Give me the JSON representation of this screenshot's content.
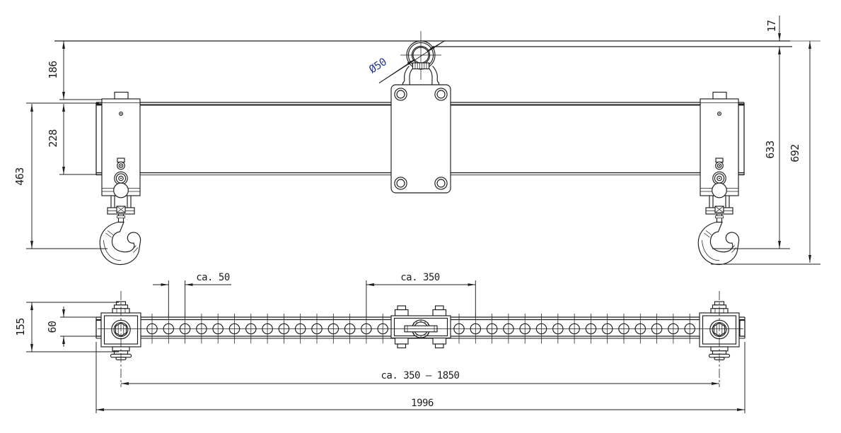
{
  "front": {
    "d186": "186",
    "d228": "228",
    "d463": "463",
    "d17": "17",
    "d633": "633",
    "d692": "692",
    "dia": "Ø50"
  },
  "plan": {
    "d155": "155",
    "d60": "60",
    "pitch": "ca. 50",
    "min_span": "ca. 350",
    "span_range": "ca. 350 – 1850",
    "total": "1996"
  },
  "colors": {
    "line": "#1d1d1d",
    "gray": "#8e8e8e",
    "dia_label": "#2a3a8c",
    "background": "#ffffff"
  }
}
